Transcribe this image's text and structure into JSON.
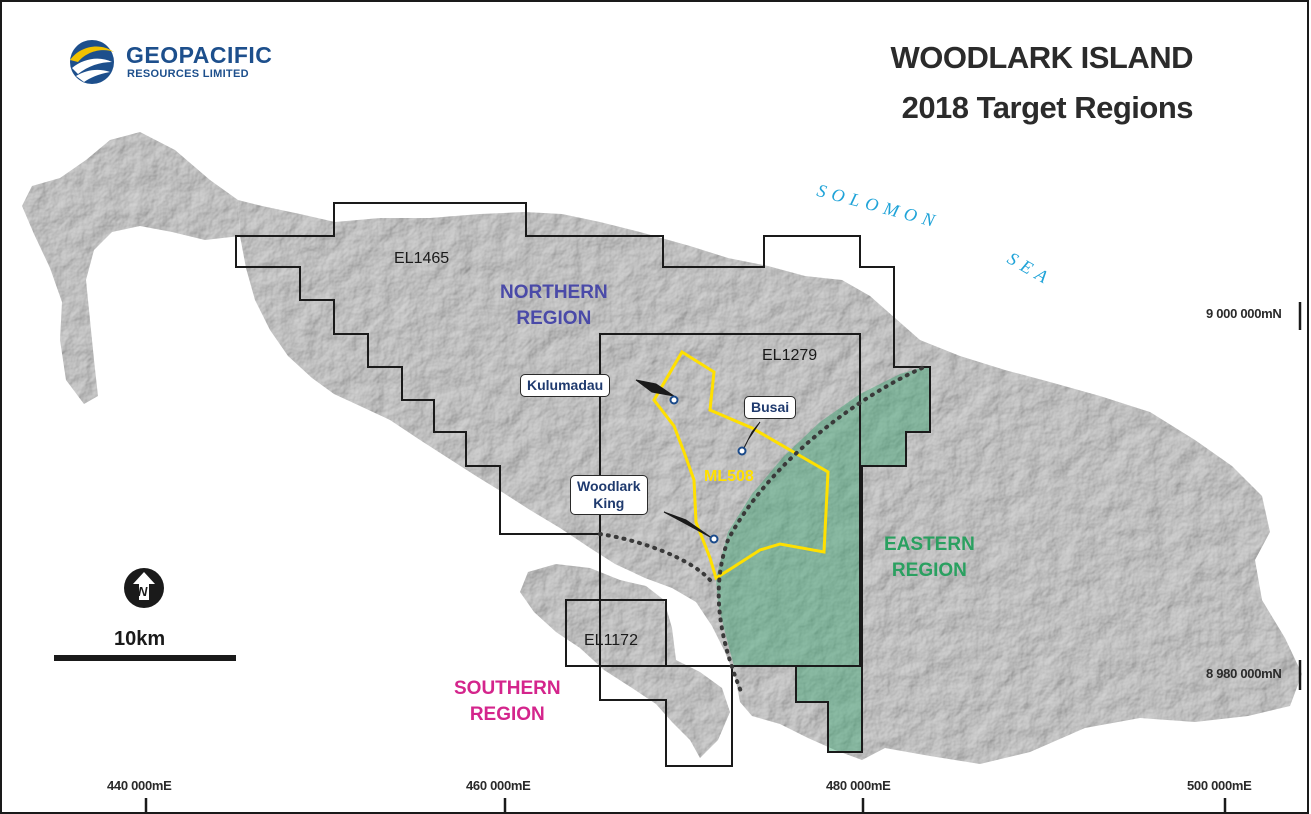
{
  "logo": {
    "name": "GEOPACIFIC",
    "subtitle": "RESOURCES LIMITED"
  },
  "title": {
    "line1": "WOODLARK ISLAND",
    "line2": "2018 Target Regions"
  },
  "sea_label": {
    "word1": "SOLOMON",
    "word2": "SEA",
    "color": "#1fa3d8"
  },
  "tenements": {
    "el1465": "EL1465",
    "el1279": "EL1279",
    "el1172": "EL1172",
    "ml508": "ML508"
  },
  "regions": {
    "northern": {
      "line1": "NORTHERN",
      "line2": "REGION",
      "color": "#4a4aa8"
    },
    "eastern": {
      "line1": "EASTERN",
      "line2": "REGION",
      "color": "#2aa060"
    },
    "southern": {
      "line1": "SOUTHERN",
      "line2": "REGION",
      "color": "#d4258c"
    }
  },
  "prospects": {
    "kulumadau": "Kulumadau",
    "busai": "Busai",
    "woodlark_king_line1": "Woodlark",
    "woodlark_king_line2": "King"
  },
  "north_arrow": {
    "letter": "N"
  },
  "scale_bar": {
    "label": "10km"
  },
  "grid_labels": {
    "northing": [
      "9 000 000mN",
      "8 980 000mN"
    ],
    "easting": [
      "440 000mE",
      "460 000mE",
      "480 000mE",
      "500 000mE"
    ]
  },
  "colors": {
    "land": "#d6d6d6",
    "ml508_outline": "#ffe000",
    "eastern_fill": "#3aa570",
    "tenement_outline": "#1a1a1a"
  }
}
